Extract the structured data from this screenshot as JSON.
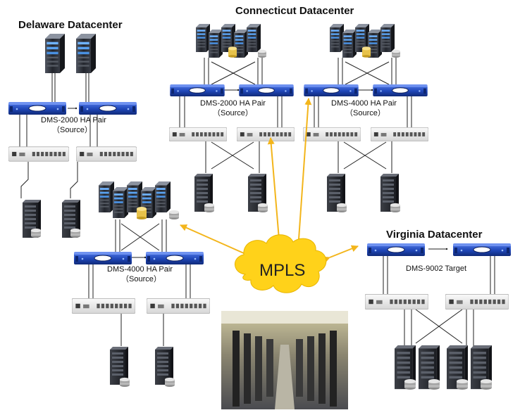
{
  "sites": {
    "delaware": {
      "title": "Delaware Datacenter",
      "pair": "DMS-2000 HA Pair",
      "role": "（Source）"
    },
    "connecticut": {
      "title": "Connecticut Datacenter",
      "left_pair": "DMS-2000 HA Pair",
      "left_role": "（Source）",
      "right_pair": "DMS-4000 HA Pair",
      "right_role": "（Source）"
    },
    "middle": {
      "pair": "DMS-4000 HA Pair",
      "role": "（Source）"
    },
    "virginia": {
      "title": "Virginia Datacenter",
      "pair": "DMS-9002 Target"
    }
  },
  "network": {
    "label": "MPLS"
  },
  "colors": {
    "appliance": "#1f46b8",
    "link": "#f3b51b",
    "cloud": "#ffd21a",
    "switch": "#e6e6e6",
    "server": "#2d3038"
  },
  "icons": [
    "server-rack-icon",
    "san-appliance-icon",
    "network-switch-icon",
    "storage-tower-icon",
    "database-icon",
    "cloud-icon",
    "datacenter-photo"
  ]
}
